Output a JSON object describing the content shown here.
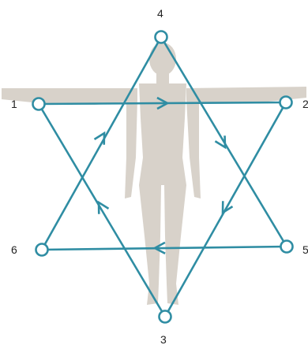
{
  "diagram": {
    "points": {
      "p1": {
        "label": "1"
      },
      "p2": {
        "label": "2"
      },
      "p3": {
        "label": "3"
      },
      "p4": {
        "label": "4"
      },
      "p5": {
        "label": "5"
      },
      "p6": {
        "label": "6"
      }
    },
    "colors": {
      "line": "#2f8da3",
      "node_fill": "#ffffff",
      "figure": "#d8d2ca"
    }
  }
}
